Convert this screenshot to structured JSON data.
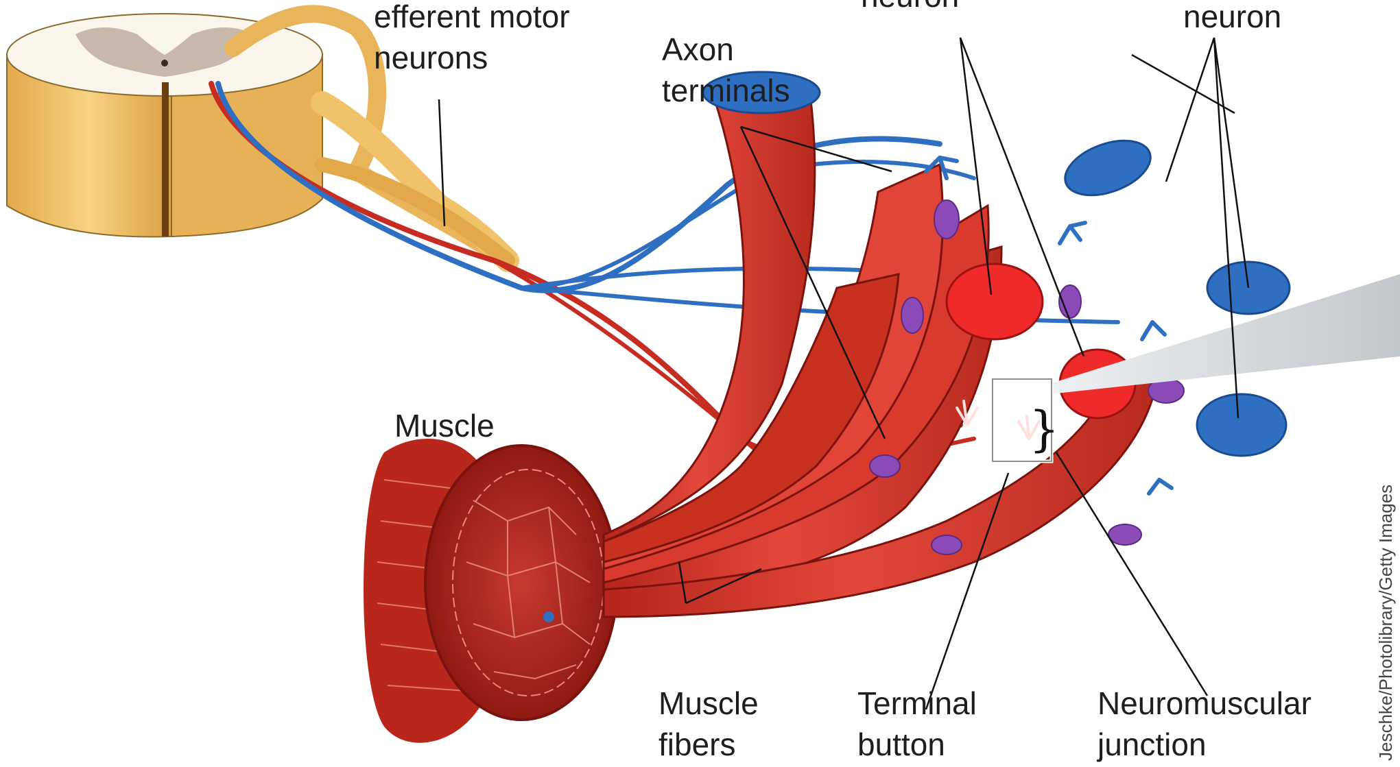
{
  "labels": {
    "efferent_top": "efferent motor",
    "efferent_bottom": "neurons",
    "neuron_left": "neuron",
    "neuron_right": "neuron",
    "axon_top": "Axon",
    "axon_bottom": "terminals",
    "muscle": "Muscle",
    "fibers_top": "Muscle",
    "fibers_bottom": "fibers",
    "terminal_top": "Terminal",
    "terminal_bottom": "button",
    "nmj_top": "Neuromuscular",
    "nmj_bottom": "junction"
  },
  "credit": "Jeschke/Photolibrary/Getty Images",
  "colors": {
    "muscle_red": "#d9382b",
    "muscle_dark": "#a81d16",
    "neuron_blue": "#2f6fc2",
    "spinal_cord": "#f1c56e",
    "grey_matter": "#c9b9ad",
    "callout": "#d4d8db"
  }
}
